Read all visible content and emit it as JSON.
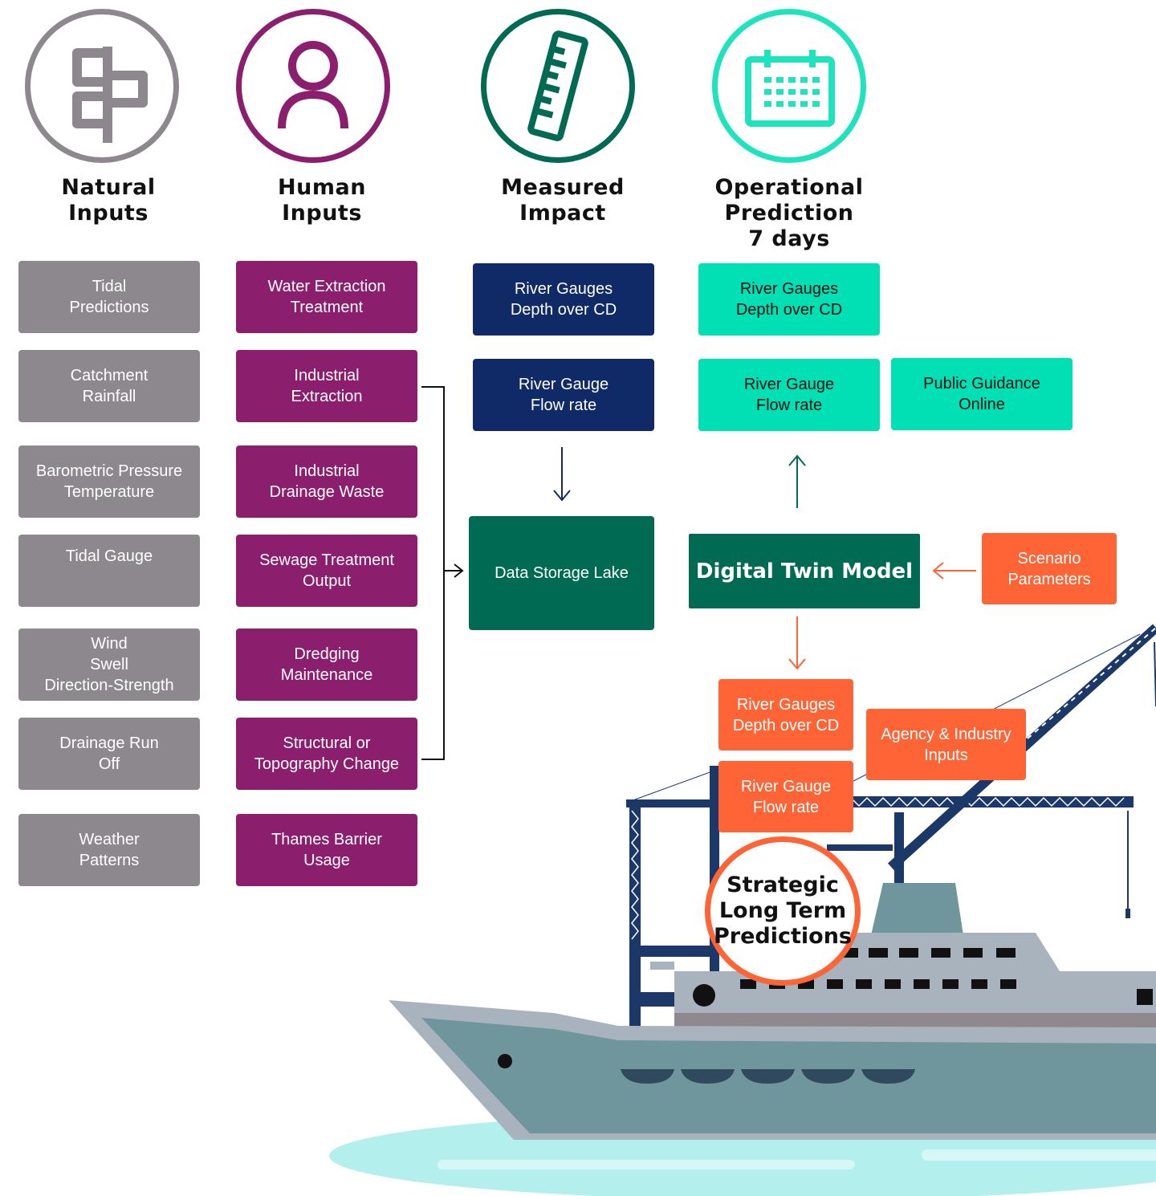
{
  "columns": {
    "natural": {
      "heading": "Natural\nInputs",
      "color": "#8d888d",
      "icon": "plant-icon",
      "items": [
        "Tidal\nPredictions",
        "Catchment\nRainfall",
        "Barometric Pressure\nTemperature",
        "Tidal Gauge",
        "Wind\nSwell\nDirection-Strength",
        "Drainage Run\nOff",
        "Weather\nPatterns"
      ]
    },
    "human": {
      "heading": "Human\nInputs",
      "color": "#8b1e6d",
      "icon": "person-icon",
      "items": [
        "Water Extraction\nTreatment",
        "Industrial\nExtraction",
        "Industrial\nDrainage Waste",
        "Sewage Treatment\nOutput",
        "Dredging\nMaintenance",
        "Structural or\nTopography Change",
        "Thames Barrier\nUsage"
      ]
    },
    "measured": {
      "heading": "Measured\nImpact",
      "color": "#0f2a66",
      "icon": "ruler-icon",
      "items": [
        "River Gauges\nDepth over CD",
        "River Gauge\nFlow rate"
      ],
      "storage": "Data Storage Lake"
    },
    "operational": {
      "heading": "Operational\nPrediction\n7 days",
      "color": "#00e0b4",
      "icon": "calendar-icon",
      "items": [
        "River Gauges\nDepth over CD",
        "River Gauge\nFlow rate"
      ],
      "guidance": "Public Guidance\nOnline"
    }
  },
  "model": {
    "title": "Digital Twin Model",
    "scenario": "Scenario\nParameters"
  },
  "strategic": {
    "items": [
      "River Gauges\nDepth over CD",
      "River Gauge\nFlow rate"
    ],
    "agency": "Agency & Industry\nInputs",
    "badge": "Strategic\nLong Term\nPredictions",
    "accent": "#ff6436"
  }
}
